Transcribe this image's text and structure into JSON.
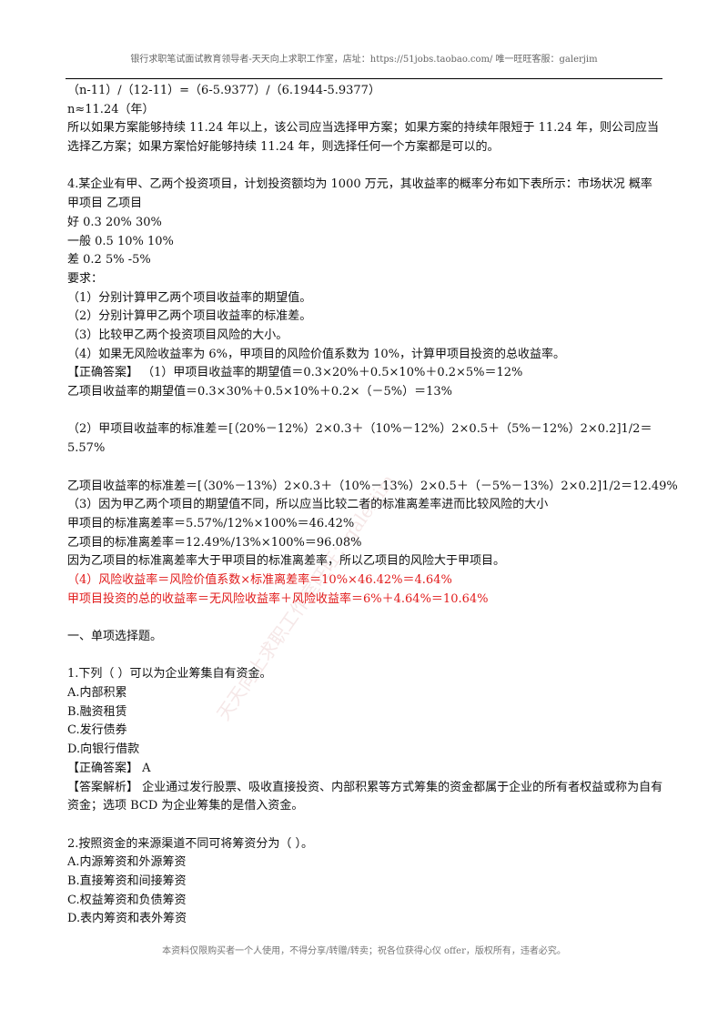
{
  "header": "银行求职笔试面试教育领导者-天天向上求职工作室，店址：https://51jobs.taobao.com/ 唯一旺旺客服：galerjim",
  "lines": [
    {
      "t": "（n-11）/（12-11）=（6-5.9377）/（6.1944-5.9377）"
    },
    {
      "t": "n≈11.24（年）"
    },
    {
      "t": "所以如果方案能够持续 11.24 年以上，该公司应当选择甲方案；如果方案的持续年限短于 11.24 年，则公司应当选择乙方案；如果方案恰好能够持续 11.24 年，则选择任何一个方案都是可以的。",
      "wrap": true
    },
    {
      "t": ""
    },
    {
      "t": "4.某企业有甲、乙两个投资项目，计划投资额均为 1000 万元，其收益率的概率分布如下表所示：市场状况 概率 甲项目 乙项目",
      "wrap": true
    },
    {
      "t": "好 0.3 20% 30%"
    },
    {
      "t": "一般 0.5 10% 10%"
    },
    {
      "t": "差 0.2 5% -5%"
    },
    {
      "t": "要求："
    },
    {
      "t": "（1）分别计算甲乙两个项目收益率的期望值。"
    },
    {
      "t": "（2）分别计算甲乙两个项目收益率的标准差。"
    },
    {
      "t": "（3）比较甲乙两个投资项目风险的大小。"
    },
    {
      "t": "（4）如果无风险收益率为 6%，甲项目的风险价值系数为 10%，计算甲项目投资的总收益率。"
    },
    {
      "t": "【正确答案】 （1）甲项目收益率的期望值＝0.3×20%＋0.5×10%＋0.2×5%＝12%"
    },
    {
      "t": "乙项目收益率的期望值＝0.3×30%＋0.5×10%＋0.2×（－5%）＝13%"
    },
    {
      "t": ""
    },
    {
      "t": "（2）甲项目收益率的标准差＝[（20%－12%）2×0.3＋（10%－12%）2×0.5＋（5%－12%）2×0.2]1/2＝5.57%",
      "wrap": true
    },
    {
      "t": ""
    },
    {
      "t": "乙项目收益率的标准差＝[（30%－13%）2×0.3＋（10%－13%）2×0.5＋（－5%－13%）2×0.2]1/2＝12.49%"
    },
    {
      "t": "（3）因为甲乙两个项目的期望值不同，所以应当比较二者的标准离差率进而比较风险的大小"
    },
    {
      "t": "甲项目的标准离差率＝5.57%/12%×100%＝46.42%"
    },
    {
      "t": "乙项目的标准离差率＝12.49%/13%×100%＝96.08%"
    },
    {
      "t": "因为乙项目的标准离差率大于甲项目的标准离差率，所以乙项目的风险大于甲项目。"
    },
    {
      "t": "（4）风险收益率＝风险价值系数×标准离差率＝10%×46.42%＝4.64%",
      "red": true
    },
    {
      "t": "甲项目投资的总的收益率＝无风险收益率＋风险收益率＝6%＋4.64%＝10.64%",
      "red": true
    },
    {
      "t": ""
    },
    {
      "t": " 一、单项选择题。"
    },
    {
      "t": ""
    },
    {
      "t": "1.下列（ ）可以为企业筹集自有资金。"
    },
    {
      "t": "A.内部积累"
    },
    {
      "t": "B.融资租赁"
    },
    {
      "t": "C.发行债券"
    },
    {
      "t": "D.向银行借款"
    },
    {
      "t": "【正确答案】 A"
    },
    {
      "t": "【答案解析】 企业通过发行股票、吸收直接投资、内部积累等方式筹集的资金都属于企业的所有者权益或称为自有资金；选项 BCD 为企业筹集的是借入资金。",
      "wrap": true
    },
    {
      "t": ""
    },
    {
      "t": "2.按照资金的来源渠道不同可将筹资分为（ ）。"
    },
    {
      "t": "A.内源筹资和外源筹资"
    },
    {
      "t": "B.直接筹资和间接筹资"
    },
    {
      "t": "C.权益筹资和负债筹资"
    },
    {
      "t": "D.表内筹资和表外筹资"
    }
  ],
  "footer": "本资料仅限购买者一个人使用，不得分享/转赠/转卖；祝各位获得心仪 offer，版权所有，违者必究。",
  "watermark": "天天向上求职工作室旺旺：galerjim"
}
